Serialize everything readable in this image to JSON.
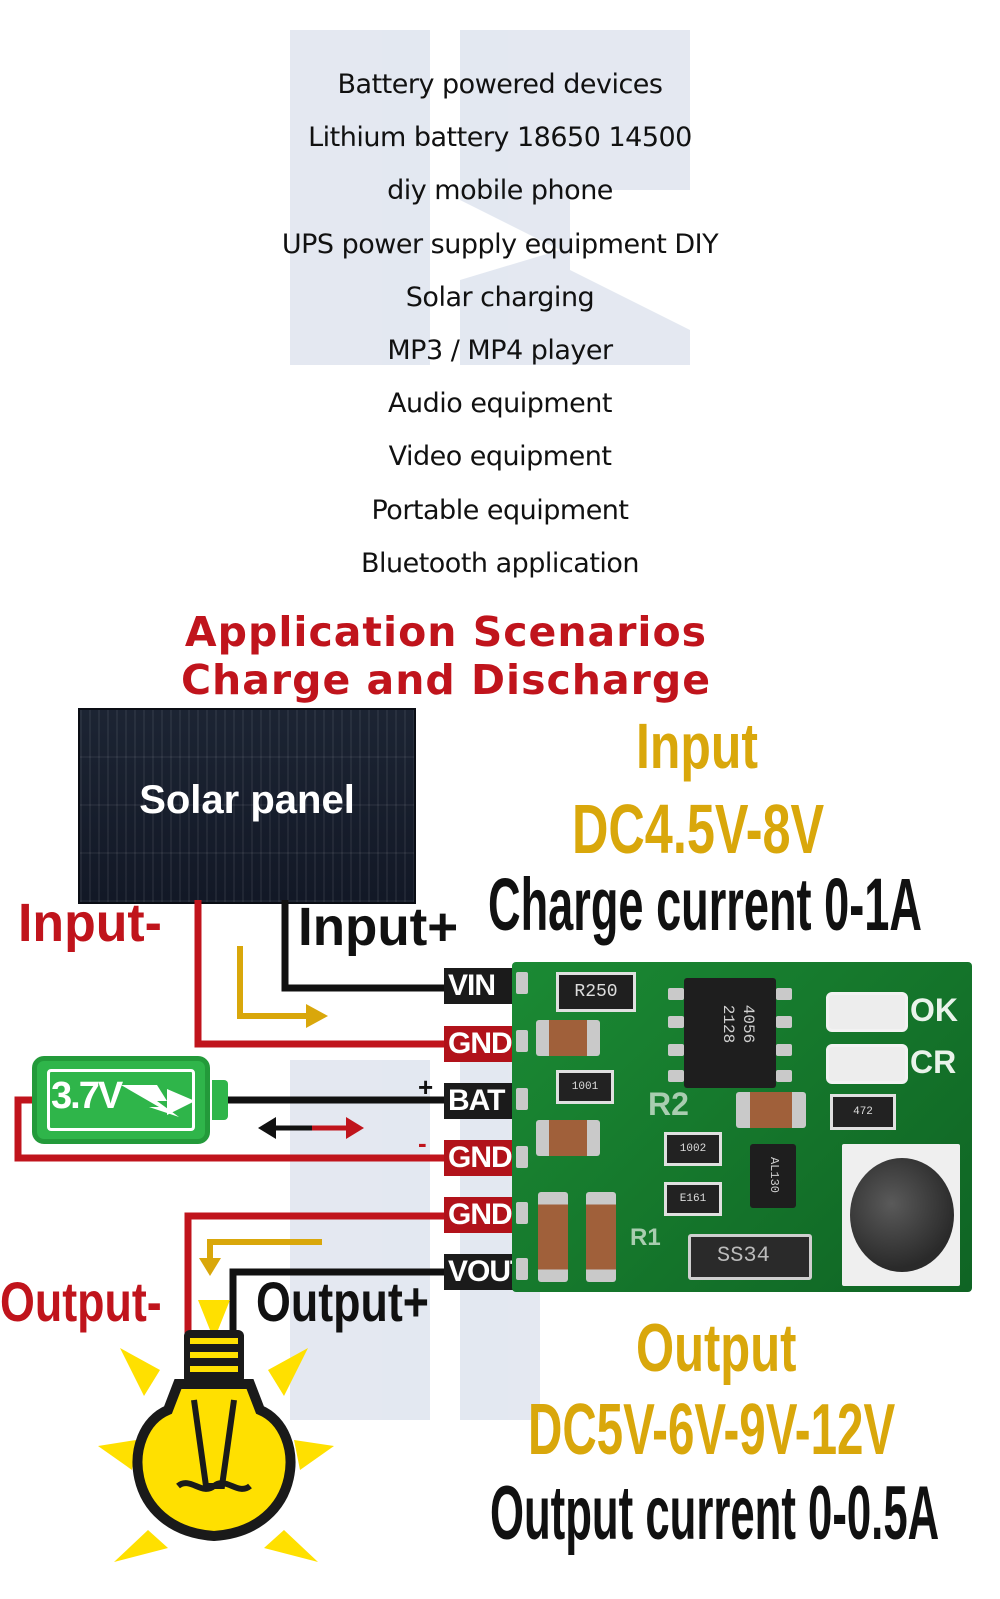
{
  "applications": [
    "Battery powered devices",
    "Lithium battery 18650 14500",
    "diy mobile phone",
    "UPS power supply equipment DIY",
    "Solar charging",
    "MP3 / MP4 player",
    "Audio equipment",
    "Video equipment",
    "Portable equipment",
    "Bluetooth application"
  ],
  "scenario": {
    "line1": "Application Scenarios",
    "line2": "Charge and Discharge"
  },
  "solar_panel_label": "Solar panel",
  "input_block": {
    "title": "Input",
    "voltage": "DC4.5V-8V",
    "current": "Charge current 0-1A"
  },
  "wire_labels": {
    "input_minus": "Input-",
    "input_plus": "Input+",
    "output_minus": "Output-",
    "output_plus": "Output+",
    "bat_plus_sign": "+",
    "bat_minus_sign": "-"
  },
  "pins": [
    "VIN",
    "GND",
    "BAT",
    "GND",
    "GND",
    "VOUT"
  ],
  "battery_label": "3.7V",
  "pcb": {
    "chip_main": "4056 2128",
    "chip_boost": "AL130",
    "label_ok": "OK",
    "label_cr": "CR",
    "label_r2": "R2",
    "label_r1": "R1",
    "res_r250": "R250",
    "res_1001": "1001",
    "res_1002": "1002",
    "res_e161": "E161",
    "res_472": "472",
    "diode": "SS34"
  },
  "output_block": {
    "title": "Output",
    "voltage": "DC5V-6V-9V-12V",
    "current": "Output current 0-0.5A"
  },
  "colors": {
    "red": "#c0141c",
    "gold": "#d9a70b",
    "wire_black": "#111111",
    "pcb_green": "#1b8a34",
    "battery_green": "#2fb54a",
    "bulb_yellow": "#ffe000"
  }
}
